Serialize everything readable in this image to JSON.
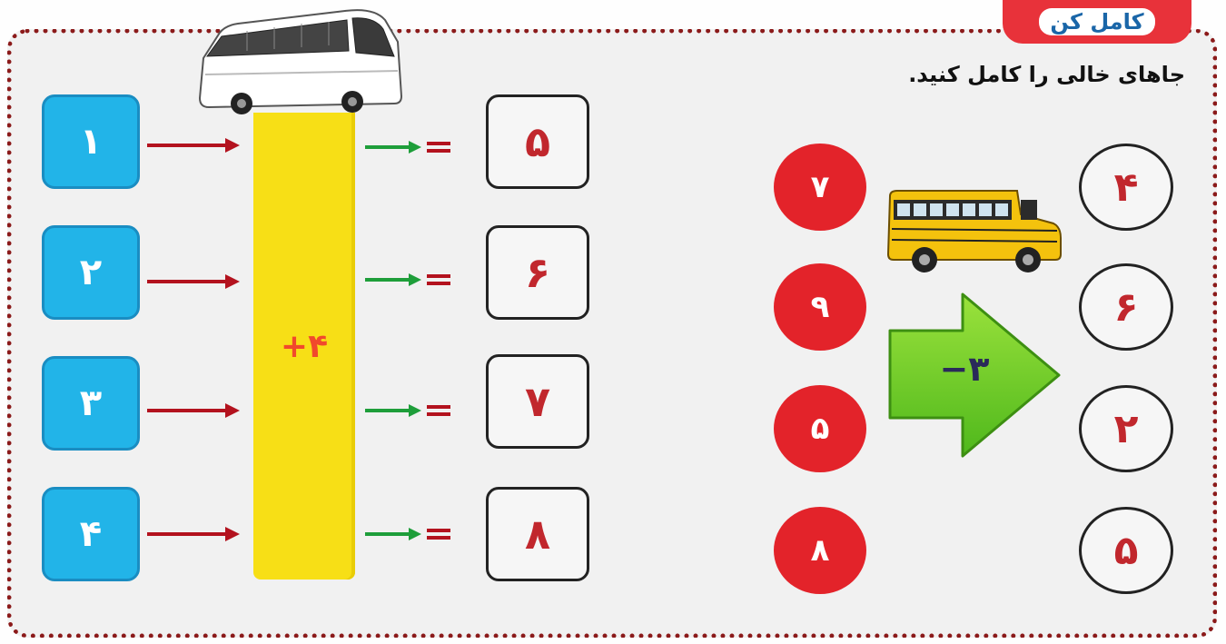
{
  "header": {
    "badge_text": "کامل کن",
    "instruction": "جاهای خالی را کامل کنید."
  },
  "left_exercise": {
    "inputs": [
      "۱",
      "۲",
      "۳",
      "۴"
    ],
    "operation": "+۴",
    "equals_sign": "=",
    "results": [
      "۵",
      "۶",
      "۷",
      "۸"
    ],
    "vehicle_icon": "coach-bus"
  },
  "right_exercise": {
    "inputs": [
      "۷",
      "۹",
      "۵",
      "۸"
    ],
    "operation": "−۳",
    "results": [
      "۴",
      "۶",
      "۲",
      "۵"
    ],
    "vehicle_icon": "school-bus"
  },
  "colors": {
    "frame_border": "#8b1a1a",
    "blue_box": "#22b4e8",
    "yellow_bar": "#f7df16",
    "red_circle": "#e3232a",
    "answer_digit": "#c1272d",
    "green_arrow": "#7ed321"
  }
}
